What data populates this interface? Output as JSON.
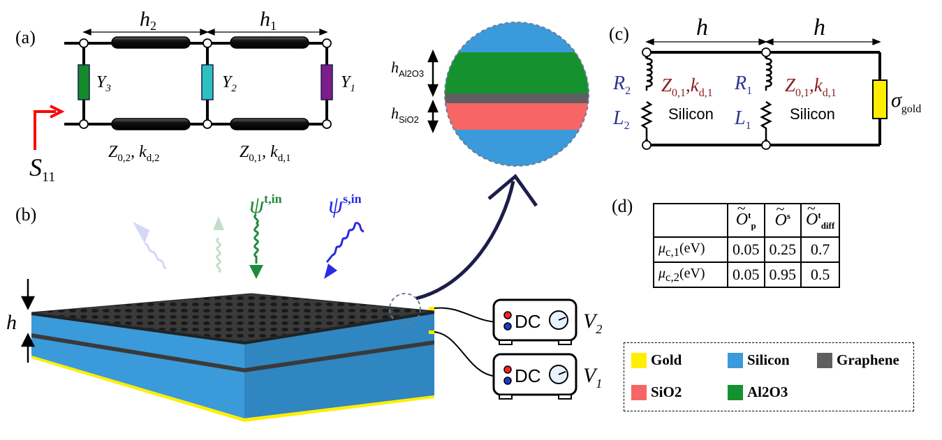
{
  "panel_labels": {
    "a": "(a)",
    "b": "(b)",
    "c": "(c)",
    "d": "(d)"
  },
  "panel_a": {
    "h2": "h",
    "h2_sub": "2",
    "h1": "h",
    "h1_sub": "1",
    "Y3": "Y",
    "Y3_sub": "3",
    "Y2": "Y",
    "Y2_sub": "2",
    "Y1": "Y",
    "Y1_sub": "1",
    "S": "S",
    "S_sub": "11",
    "z02": "Z",
    "z02_sub": "0,2",
    "k_d2": "k",
    "k_d2_sub": "d,2",
    "z01": "Z",
    "z01_sub": "0,1",
    "k_d1": "k",
    "k_d1_sub": "d,1"
  },
  "panel_b": {
    "psi_t": "ψ",
    "psi_t_sup": "t,in",
    "psi_s": "ψ",
    "psi_s_sup": "s,in",
    "h": "h",
    "dc1": "DC",
    "dc2": "DC",
    "V2": "V",
    "V2_sub": "2",
    "V1": "V",
    "V1_sub": "1"
  },
  "zoom": {
    "h_al": "h",
    "h_al_sub": "Al2O3",
    "h_si": "h",
    "h_si_sub": "SiO2"
  },
  "panel_c": {
    "h_left": "h",
    "h_right": "h",
    "R2": "R",
    "R2_sub": "2",
    "L2": "L",
    "L2_sub": "2",
    "R1": "R",
    "R1_sub": "1",
    "L1": "L",
    "L1_sub": "1",
    "z_left": "Z",
    "z_left_sub": "0,1",
    "k_left": "k",
    "k_left_sub": "d,1",
    "z_right": "Z",
    "z_right_sub": "0,1",
    "k_right": "k",
    "k_right_sub": "d,1",
    "silicon_left": "Silicon",
    "silicon_right": "Silicon",
    "sigma": "σ",
    "sigma_sub": "gold"
  },
  "table": {
    "headers": [
      {
        "sym": "O",
        "sup": "t",
        "sub": "p"
      },
      {
        "sym": "O",
        "sup": "s",
        "sub": ""
      },
      {
        "sym": "O",
        "sup": "t",
        "sub": "diff"
      }
    ],
    "tilde": "~",
    "rows": [
      {
        "mu": "μ",
        "mu_sub": "c,1",
        "unit": "(eV)",
        "values": [
          "0.05",
          "0.25",
          "0.7"
        ]
      },
      {
        "mu": "μ",
        "mu_sub": "c,2",
        "unit": "(eV)",
        "values": [
          "0.05",
          "0.95",
          "0.5"
        ]
      }
    ]
  },
  "legend": [
    {
      "label": "Gold",
      "color": "#ffee00"
    },
    {
      "label": "Silicon",
      "color": "#3b9ad9"
    },
    {
      "label": "Graphene",
      "color": "#5f5f5f"
    },
    {
      "label": "SiO2",
      "color": "#f86565"
    },
    {
      "label": "Al2O3",
      "color": "#15922f"
    }
  ],
  "colors": {
    "silicon": "#3b9ad9",
    "graphene": "#5f5f5f",
    "sio2": "#f86565",
    "al2o3": "#15922f",
    "gold": "#ffee00",
    "navy": "#1d1d4a",
    "label_blue": "#2e3192",
    "label_red": "#8b1a1a",
    "y3": "#158a2a",
    "y2": "#2cc0c0",
    "y1": "#7b1d8a",
    "wave_t": "#1f8a3a",
    "wave_s": "#2a2ae6"
  }
}
